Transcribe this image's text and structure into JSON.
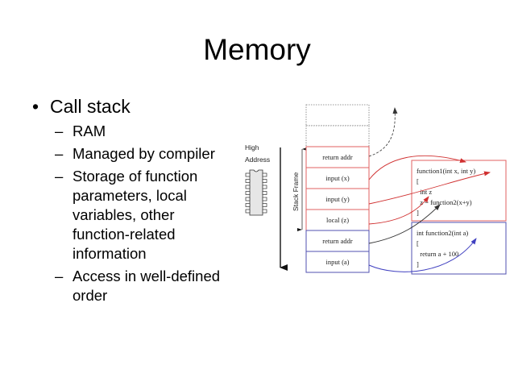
{
  "slide": {
    "title": "Memory",
    "bullet": {
      "marker": "•",
      "text": "Call stack",
      "sub_marker": "–",
      "sub_items": [
        {
          "lines": [
            "RAM"
          ]
        },
        {
          "lines": [
            "Managed by compiler"
          ]
        },
        {
          "lines": [
            "Storage of function",
            "parameters, local",
            "variables, other",
            "function-related",
            "information"
          ]
        },
        {
          "lines": [
            "Access in well-defined",
            "order"
          ]
        }
      ]
    }
  },
  "diagram": {
    "address_label": [
      "High",
      "Address"
    ],
    "stack_frame_label": "Stack Frame",
    "stack_cells": [
      {
        "label": "",
        "style": "empty"
      },
      {
        "label": "",
        "style": "empty"
      },
      {
        "label": "return addr",
        "style": "frame1"
      },
      {
        "label": "input (x)",
        "style": "frame1"
      },
      {
        "label": "input (y)",
        "style": "frame1"
      },
      {
        "label": "local (z)",
        "style": "frame1"
      },
      {
        "label": "return addr",
        "style": "frame2"
      },
      {
        "label": "input (a)",
        "style": "frame2"
      }
    ],
    "function1": {
      "lines": [
        "function1(int x, int y)",
        "[",
        "  int z",
        "  z = function2(x+y)",
        "]"
      ]
    },
    "function2": {
      "lines": [
        "int function2(int a)",
        "[",
        "  return a + 100",
        "]"
      ]
    },
    "colors": {
      "frame1": "#e06060",
      "frame2": "#5050b0",
      "arrow_red": "#d03030",
      "arrow_blue": "#4040c0",
      "arrow_dark": "#444444",
      "empty": "#777777",
      "chip_fill": "#e6e6e6"
    }
  }
}
